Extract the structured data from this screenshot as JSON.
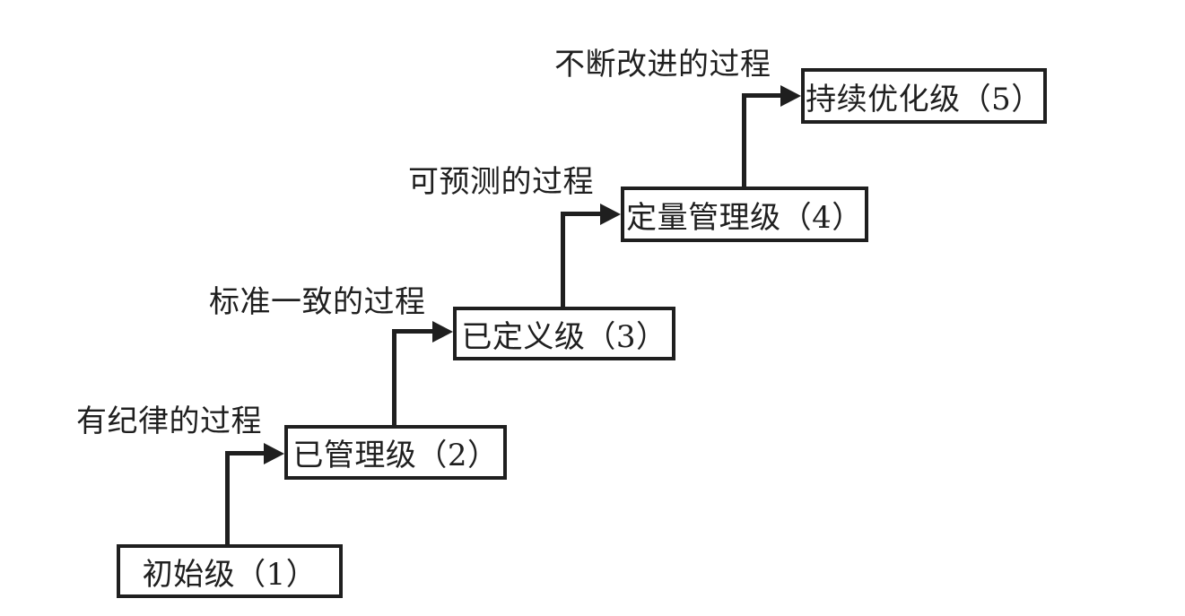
{
  "diagram": {
    "type": "staircase-flow",
    "description": "CMM maturity levels ladder diagram",
    "colors": {
      "line": "#1f1f1f",
      "background": "#ffffff",
      "text": "#1f1f1f"
    },
    "levels": [
      {
        "label": "初始级（1）"
      },
      {
        "label": "已管理级（2）"
      },
      {
        "label": "已定义级（3）"
      },
      {
        "label": "定量管理级（4）"
      },
      {
        "label": "持续优化级（5）"
      }
    ],
    "arrows": [
      {
        "from": "初始级（1）",
        "to": "已管理级（2）",
        "label": "有纪律的过程"
      },
      {
        "from": "已管理级（2）",
        "to": "已定义级（3）",
        "label": "标准一致的过程"
      },
      {
        "from": "已定义级（3）",
        "to": "定量管理级（4）",
        "label": "可预测的过程"
      },
      {
        "from": "定量管理级（4）",
        "to": "持续优化级（5）",
        "label": "不断改进的过程"
      }
    ]
  }
}
